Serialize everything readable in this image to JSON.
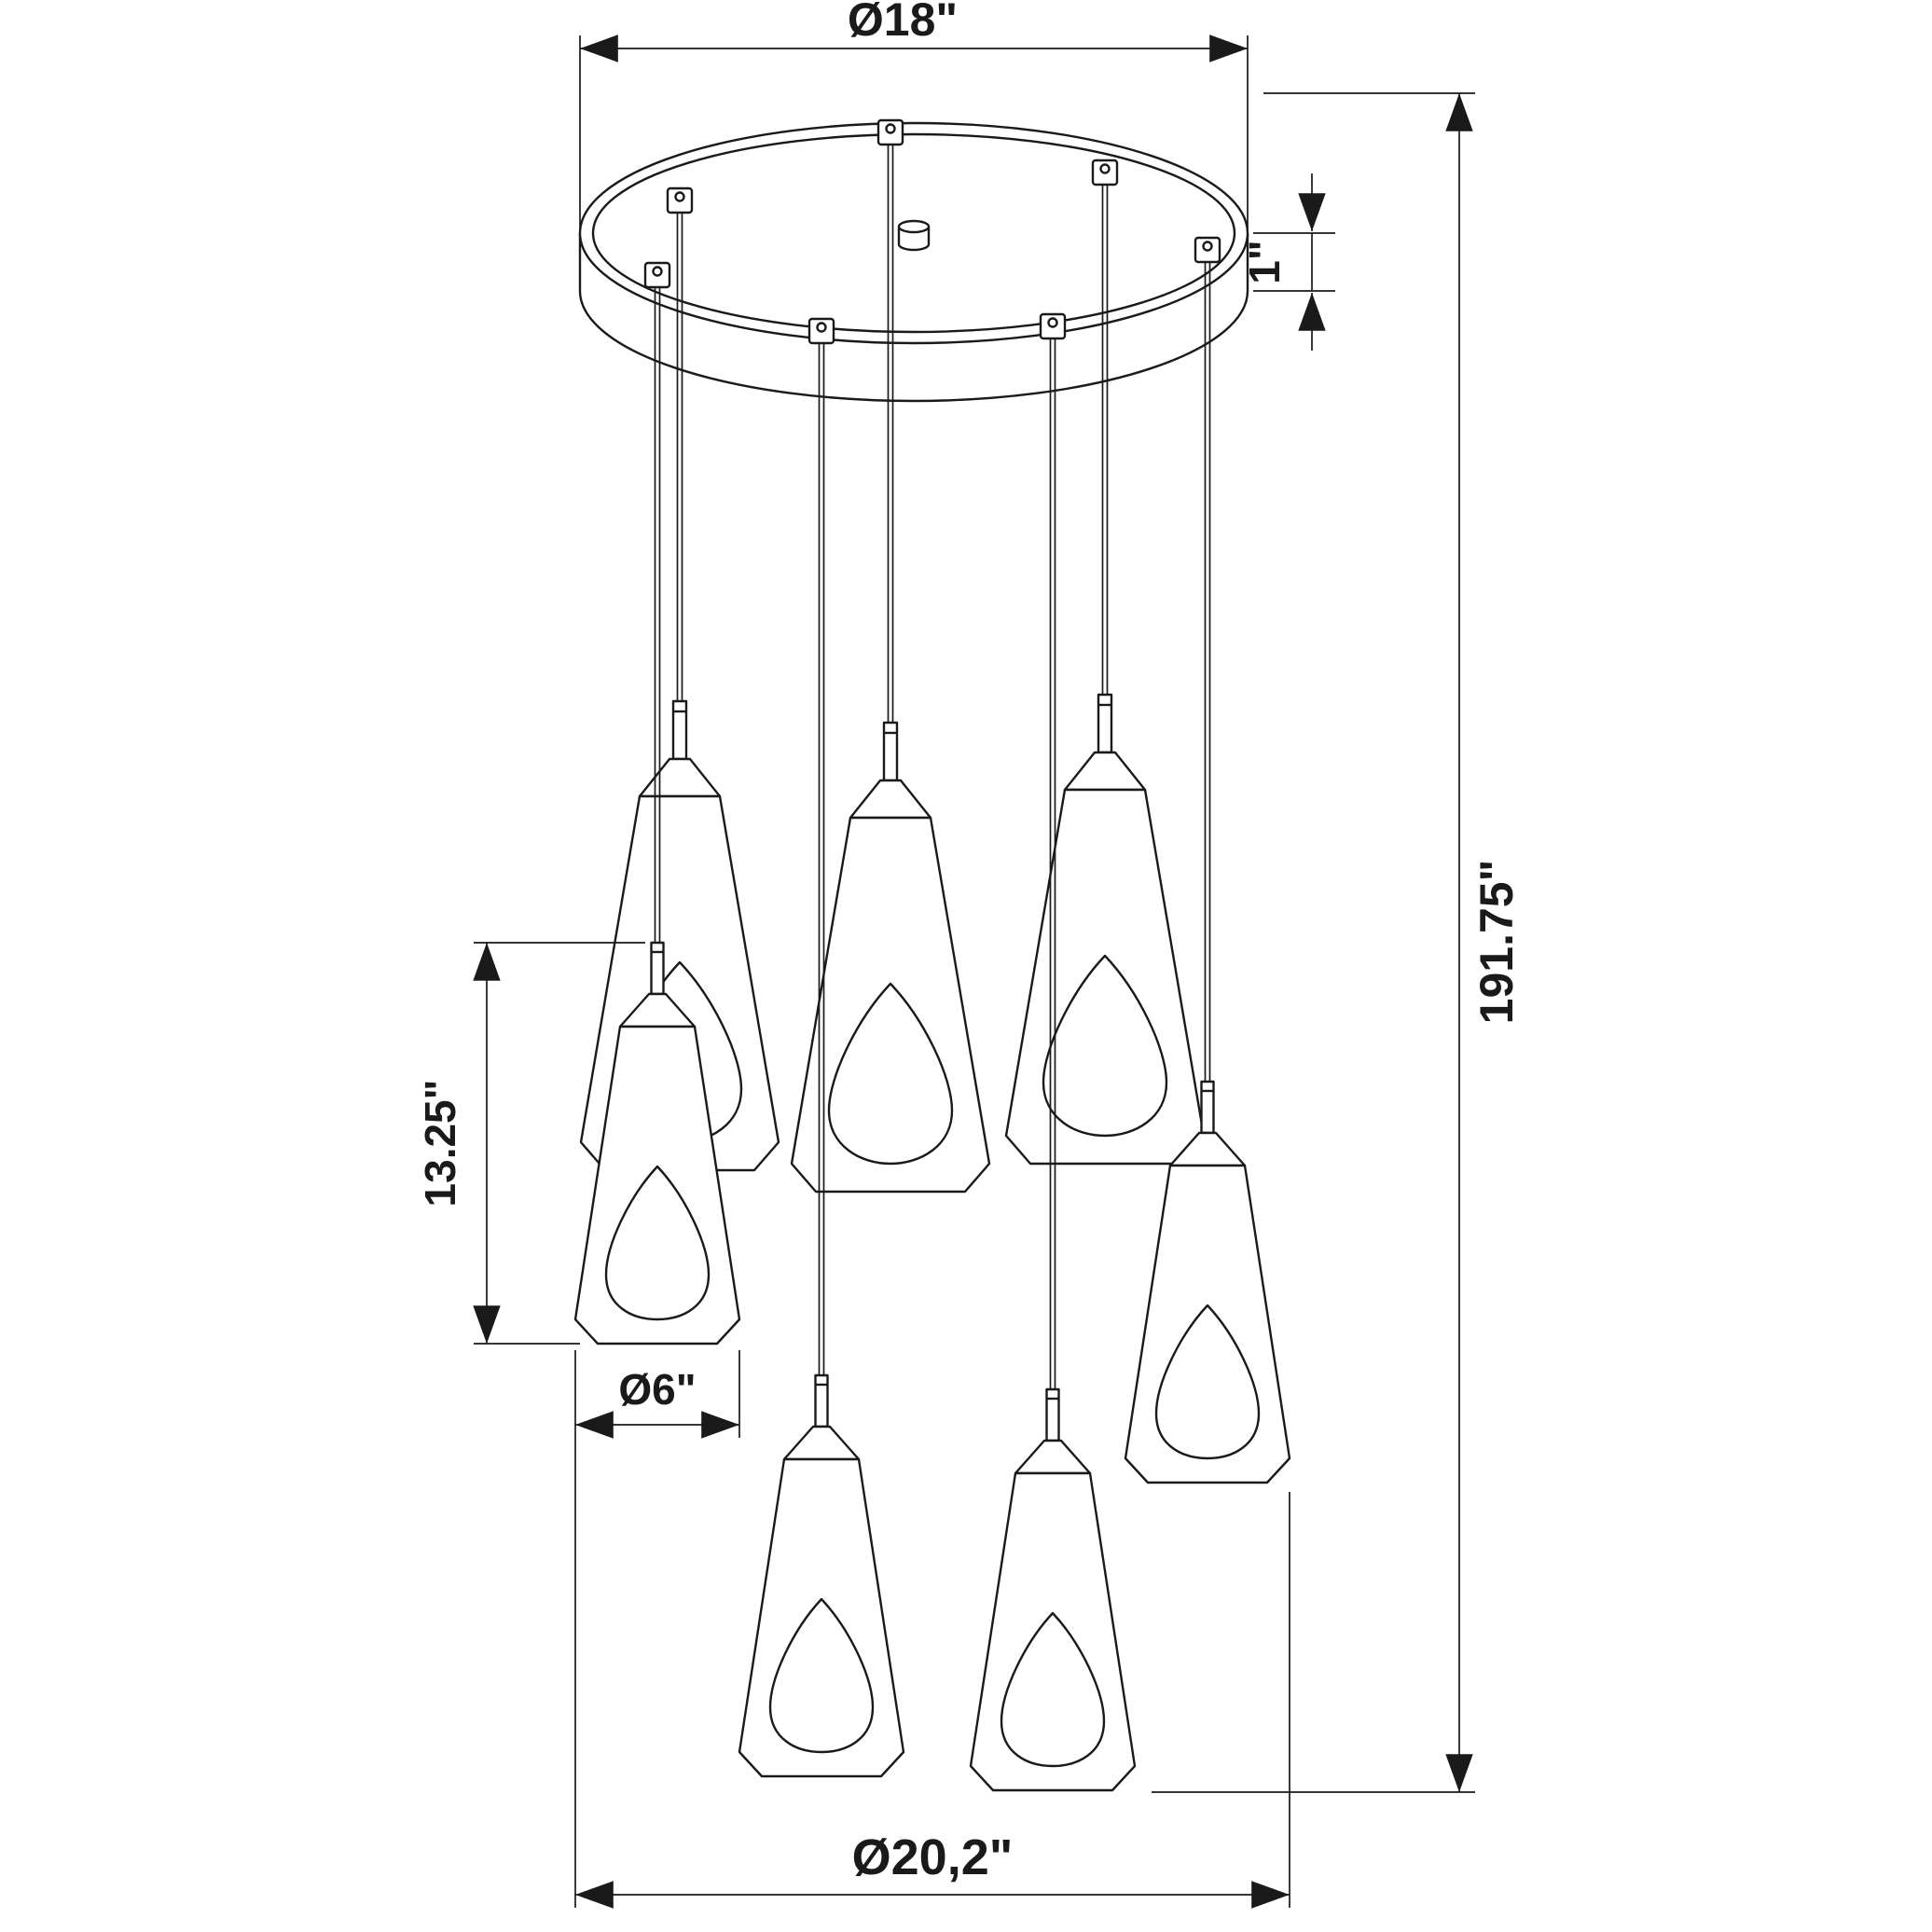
{
  "drawing": {
    "type": "technical-dimension-drawing",
    "subject": "7-light multi-pendant ceiling fixture with cone shades on round canopy",
    "dimensions": {
      "canopy_diameter": "Ø18\"",
      "canopy_thickness": "1\"",
      "overall_height": "191.75\"",
      "shade_height": "13.25\"",
      "shade_diameter": "Ø6\"",
      "overall_diameter": "Ø20,2\""
    },
    "counts": {
      "pendants_upper_row": 3,
      "pendants_lower_row": 4,
      "cord_grips": 7
    },
    "colors": {
      "line": "#1a1a1a",
      "background": "#ffffff"
    }
  }
}
